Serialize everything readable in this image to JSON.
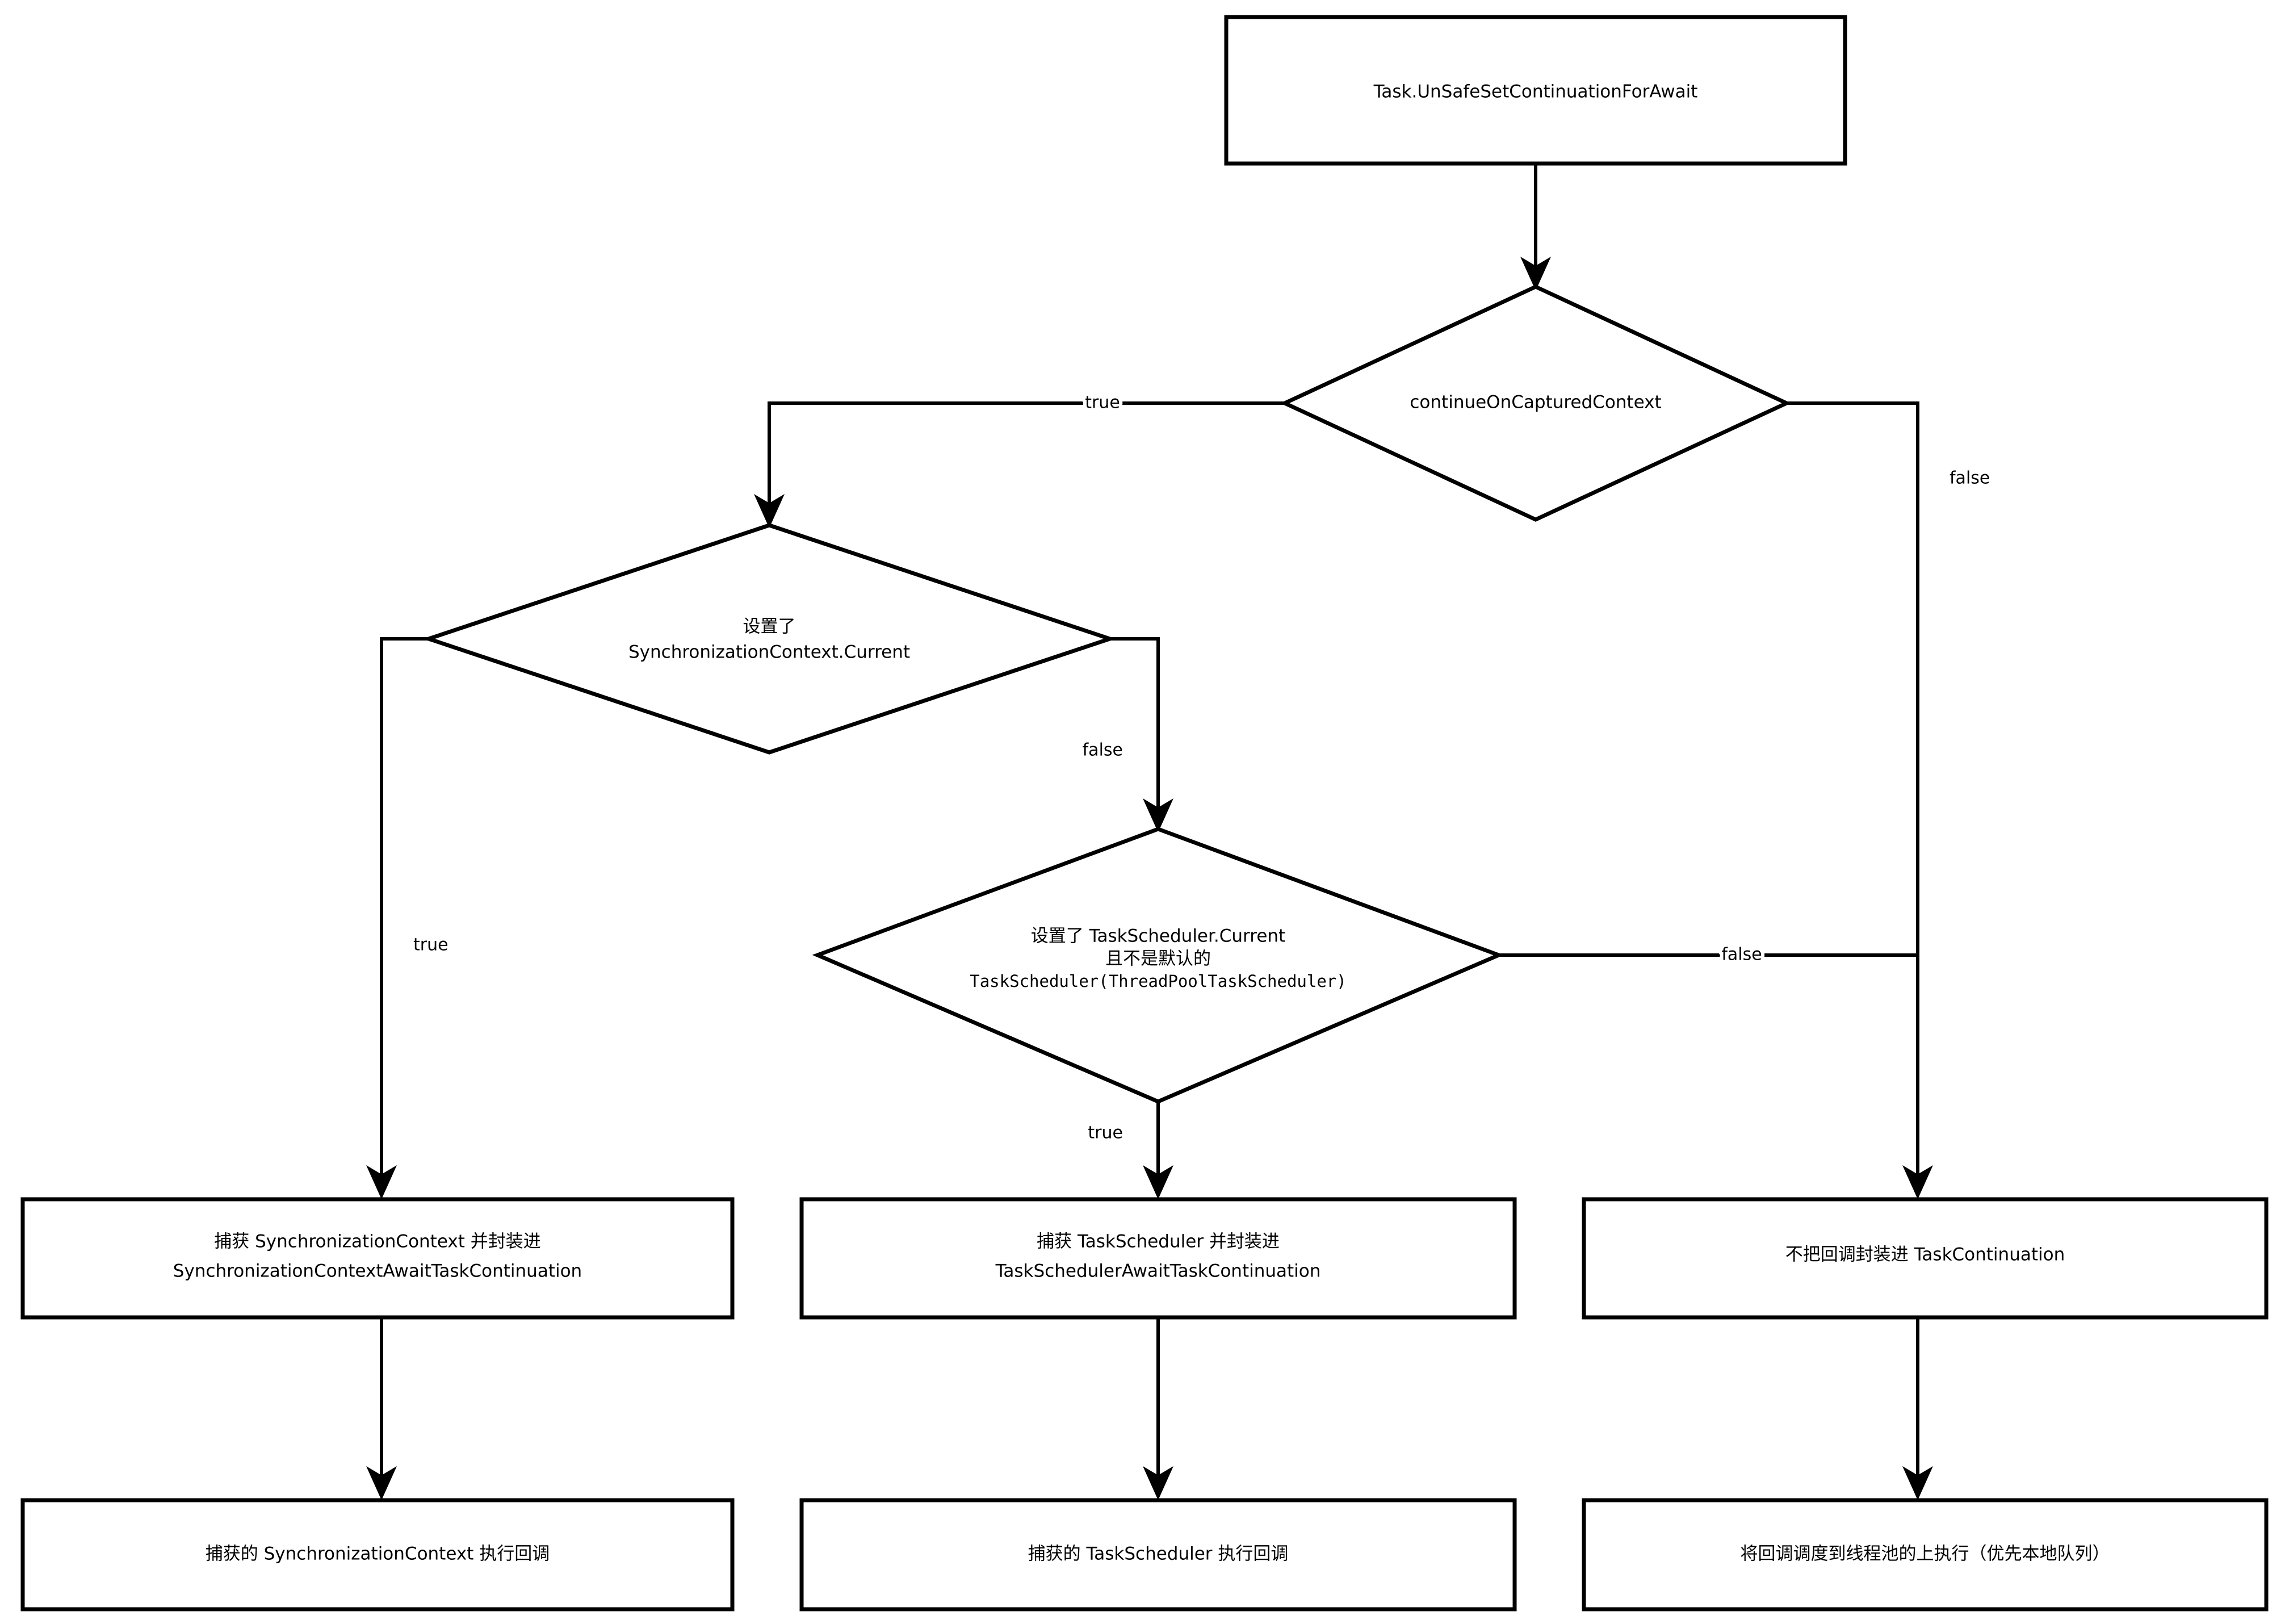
{
  "diagram": {
    "type": "flowchart",
    "title": "Task.UnSafeSetContinuationForAwait decision flow",
    "background_color": "#ffffff",
    "line_color": "#000000",
    "text_color": "#000000",
    "nodes": [
      {
        "id": "entry",
        "shape": "rectangle",
        "lines": [
          "Task.UnSafeSetContinuationForAwait"
        ]
      },
      {
        "id": "d_continue",
        "shape": "diamond",
        "lines": [
          "continueOnCapturedContext"
        ]
      },
      {
        "id": "d_synccontext",
        "shape": "diamond",
        "lines": [
          "设置了",
          "SynchronizationContext.Current"
        ]
      },
      {
        "id": "d_scheduler",
        "shape": "diamond",
        "lines": [
          "设置了 TaskScheduler.Current",
          "且不是默认的",
          "TaskScheduler(ThreadPoolTaskScheduler)"
        ]
      },
      {
        "id": "box_sc_wrap",
        "shape": "rectangle",
        "lines": [
          "捕获 SynchronizationContext 并封装进",
          "SynchronizationContextAwaitTaskContinuation"
        ]
      },
      {
        "id": "box_ts_wrap",
        "shape": "rectangle",
        "lines": [
          "捕获 TaskScheduler 并封装进",
          "TaskSchedulerAwaitTaskContinuation"
        ]
      },
      {
        "id": "box_no_wrap",
        "shape": "rectangle",
        "lines": [
          "不把回调封装进 TaskContinuation"
        ]
      },
      {
        "id": "box_sc_run",
        "shape": "rectangle",
        "lines": [
          "捕获的 SynchronizationContext 执行回调"
        ]
      },
      {
        "id": "box_ts_run",
        "shape": "rectangle",
        "lines": [
          "捕获的 TaskScheduler 执行回调"
        ]
      },
      {
        "id": "box_pool_run",
        "shape": "rectangle",
        "lines": [
          "将回调调度到线程池的上执行（优先本地队列）"
        ]
      }
    ],
    "edges": [
      {
        "id": "e1",
        "from": "entry",
        "to": "d_continue",
        "label": ""
      },
      {
        "id": "e2",
        "from": "d_continue",
        "to": "d_synccontext",
        "label": "true"
      },
      {
        "id": "e3",
        "from": "d_continue",
        "to": "box_no_wrap",
        "label": "false"
      },
      {
        "id": "e4",
        "from": "d_synccontext",
        "to": "box_sc_wrap",
        "label": "true"
      },
      {
        "id": "e5",
        "from": "d_synccontext",
        "to": "d_scheduler",
        "label": "false"
      },
      {
        "id": "e6",
        "from": "d_scheduler",
        "to": "box_ts_wrap",
        "label": "true"
      },
      {
        "id": "e7",
        "from": "d_scheduler",
        "to": "box_no_wrap",
        "label": "false"
      },
      {
        "id": "e8",
        "from": "box_sc_wrap",
        "to": "box_sc_run",
        "label": ""
      },
      {
        "id": "e9",
        "from": "box_ts_wrap",
        "to": "box_ts_run",
        "label": ""
      },
      {
        "id": "e10",
        "from": "box_no_wrap",
        "to": "box_pool_run",
        "label": ""
      }
    ]
  }
}
